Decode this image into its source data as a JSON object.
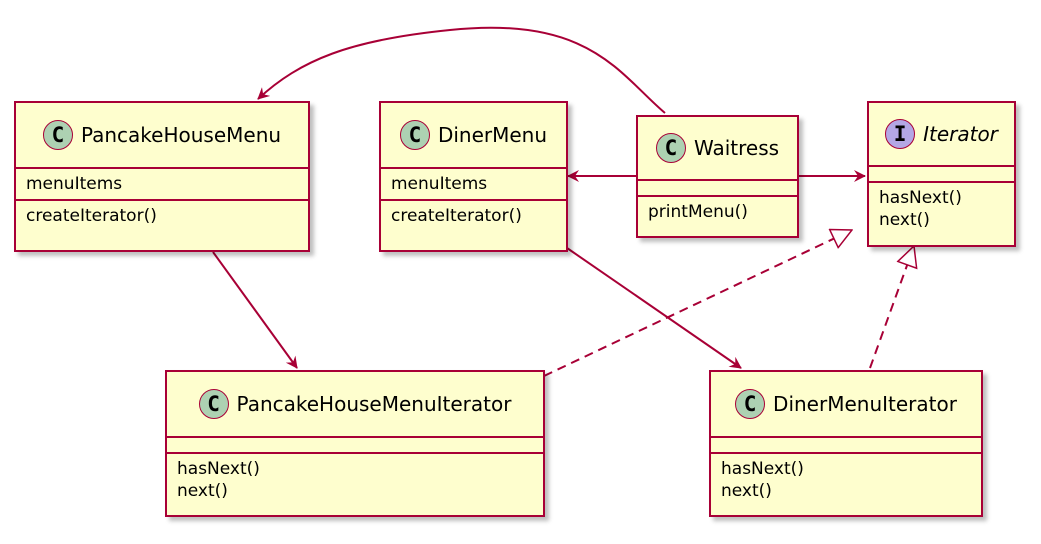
{
  "colors": {
    "class_background": "#FEFECE",
    "border": "#A80036",
    "class_badge": "#ADD1B2",
    "interface_badge": "#B4A7E5",
    "arrow": "#A80036"
  },
  "classes": {
    "pancake_house_menu": {
      "stereotype": "C",
      "name": "PancakeHouseMenu",
      "fields": [
        "menuItems"
      ],
      "methods": [
        "createIterator()"
      ]
    },
    "diner_menu": {
      "stereotype": "C",
      "name": "DinerMenu",
      "fields": [
        "menuItems"
      ],
      "methods": [
        "createIterator()"
      ]
    },
    "waitress": {
      "stereotype": "C",
      "name": "Waitress",
      "fields": [],
      "methods": [
        "printMenu()"
      ]
    },
    "iterator": {
      "stereotype": "I",
      "name": "Iterator",
      "methods": [
        "hasNext()",
        "next()"
      ]
    },
    "pancake_house_menu_iterator": {
      "stereotype": "C",
      "name": "PancakeHouseMenuIterator",
      "fields": [],
      "methods": [
        "hasNext()",
        "next()"
      ]
    },
    "diner_menu_iterator": {
      "stereotype": "C",
      "name": "DinerMenuIterator",
      "fields": [],
      "methods": [
        "hasNext()",
        "next()"
      ]
    }
  },
  "relations": [
    {
      "from": "Waitress",
      "to": "PancakeHouseMenu",
      "kind": "association"
    },
    {
      "from": "Waitress",
      "to": "DinerMenu",
      "kind": "association"
    },
    {
      "from": "Waitress",
      "to": "Iterator",
      "kind": "association"
    },
    {
      "from": "PancakeHouseMenu",
      "to": "PancakeHouseMenuIterator",
      "kind": "association"
    },
    {
      "from": "DinerMenu",
      "to": "DinerMenuIterator",
      "kind": "association"
    },
    {
      "from": "PancakeHouseMenuIterator",
      "to": "Iterator",
      "kind": "realization"
    },
    {
      "from": "DinerMenuIterator",
      "to": "Iterator",
      "kind": "realization"
    }
  ]
}
